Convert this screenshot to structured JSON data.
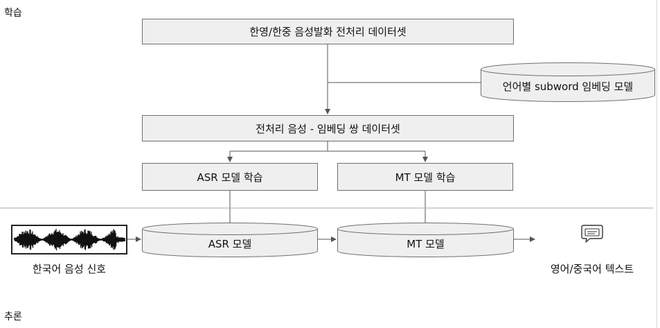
{
  "sections": {
    "training_label": "학습",
    "inference_label": "추론"
  },
  "training": {
    "dataset_box": "한영/한중 음성발화 전처리 데이터셋",
    "embedding_db": "언어별 subword 임베딩 모델",
    "pair_dataset_box": "전처리 음성 - 임베딩 쌍 데이터셋",
    "asr_train_box": "ASR 모델 학습",
    "mt_train_box": "MT 모델 학습"
  },
  "inference": {
    "input_label": "한국어 음성 신호",
    "asr_model": "ASR 모델",
    "mt_model": "MT 모델",
    "output_label": "영어/중국어 텍스트"
  },
  "icons": {
    "input": "waveform-icon",
    "output": "chat-bubble-icon"
  },
  "colors": {
    "box_fill": "#efefef",
    "box_border": "#6f6f6f",
    "line": "#555555",
    "divider": "#aaaaaa"
  }
}
